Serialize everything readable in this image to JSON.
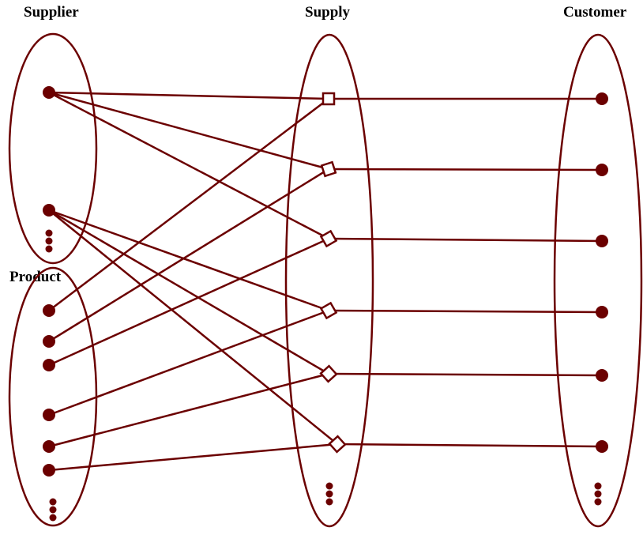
{
  "labels": {
    "supplier": "Supplier",
    "product": "Product",
    "supply": "Supply",
    "customer": "Customer"
  },
  "colors": {
    "stroke": "#6b0000",
    "node_fill": "#6b0000",
    "diamond_fill": "#ffffff"
  },
  "diagram": {
    "supplier_nodes": 2,
    "product_nodes": 6,
    "supply_nodes": 6,
    "customer_nodes": 6,
    "supplier_to_supply": [
      [
        0,
        0
      ],
      [
        0,
        1
      ],
      [
        0,
        2
      ],
      [
        1,
        3
      ],
      [
        1,
        4
      ],
      [
        1,
        5
      ]
    ],
    "product_to_supply": [
      [
        0,
        0
      ],
      [
        1,
        1
      ],
      [
        2,
        2
      ],
      [
        3,
        3
      ],
      [
        4,
        4
      ],
      [
        5,
        5
      ]
    ],
    "supply_to_customer": [
      [
        0,
        0
      ],
      [
        1,
        1
      ],
      [
        2,
        2
      ],
      [
        3,
        3
      ],
      [
        4,
        4
      ],
      [
        5,
        5
      ]
    ],
    "continuation_marks": [
      "supplier",
      "product",
      "supply",
      "customer"
    ]
  }
}
